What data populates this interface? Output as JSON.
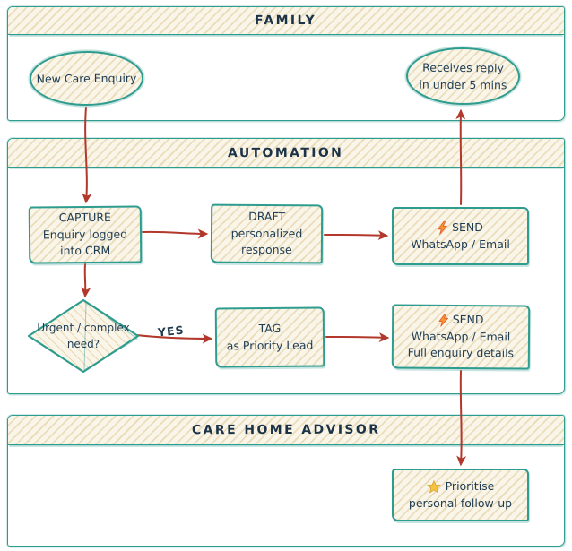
{
  "lanes": {
    "family": {
      "title": "FAMILY"
    },
    "automation": {
      "title": "AUTOMATION"
    },
    "advisor": {
      "title": "CARE HOME ADVISOR"
    }
  },
  "nodes": {
    "new_care_enquiry": {
      "shape": "ellipse",
      "lines": [
        "New Care Enquiry"
      ]
    },
    "receives_reply": {
      "shape": "ellipse",
      "lines": [
        "Receives reply",
        "in under 5 mins"
      ]
    },
    "capture": {
      "shape": "rect",
      "lines": [
        "CAPTURE",
        "Enquiry logged",
        "into CRM"
      ]
    },
    "draft": {
      "shape": "rect",
      "lines": [
        "DRAFT",
        "personalized",
        "response"
      ]
    },
    "send_whatsapp_email": {
      "shape": "rect",
      "icon": "lightning-icon",
      "lines": [
        "SEND",
        "WhatsApp / Email"
      ]
    },
    "urgent_complex": {
      "shape": "diamond",
      "lines": [
        "Urgent / complex",
        "need?"
      ]
    },
    "tag_priority": {
      "shape": "rect",
      "lines": [
        "TAG",
        "as Priority Lead"
      ]
    },
    "send_full_details": {
      "shape": "rect",
      "icon": "lightning-icon",
      "lines": [
        "SEND",
        "WhatsApp / Email",
        "Full enquiry details"
      ]
    },
    "prioritise_followup": {
      "shape": "rect",
      "icon": "star-icon",
      "lines": [
        "Prioritise",
        "personal follow-up"
      ]
    }
  },
  "edges": {
    "yes_label": "YES"
  },
  "colors": {
    "lane_stroke": "#2e9c8e",
    "arrow": "#b2382c",
    "band_fill": "#faf5e9",
    "hatch_line": "#e3cfa0",
    "node_text": "#1f3d52",
    "title_text": "#1c3347",
    "lightning": "#f6992f",
    "star": "#f4c63d",
    "canvas_bg": "#ffffff"
  }
}
